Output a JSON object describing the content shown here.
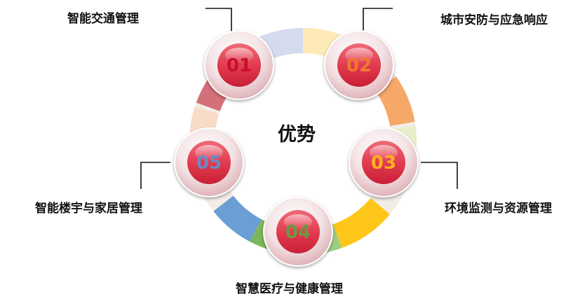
{
  "center": {
    "title": "优势"
  },
  "nodes": [
    {
      "number": "01",
      "label": "智能交通管理",
      "number_color": "#c8102e",
      "arc_color": "#cfd6ea"
    },
    {
      "number": "02",
      "label": "城市安防与应急响应",
      "number_color": "#f07a30",
      "arc_color": "#f5a868"
    },
    {
      "number": "03",
      "label": "环境监测与资源管理",
      "number_color": "#ffb020",
      "arc_color": "#ffc61a"
    },
    {
      "number": "04",
      "label": "智慧医疗与健康管理",
      "number_color": "#6a9a3e",
      "arc_color": "#7db65a"
    },
    {
      "number": "05",
      "label": "智能楼宇与家居管理",
      "number_color": "#6a8ac8",
      "arc_color": "#6a9ed4"
    }
  ]
}
